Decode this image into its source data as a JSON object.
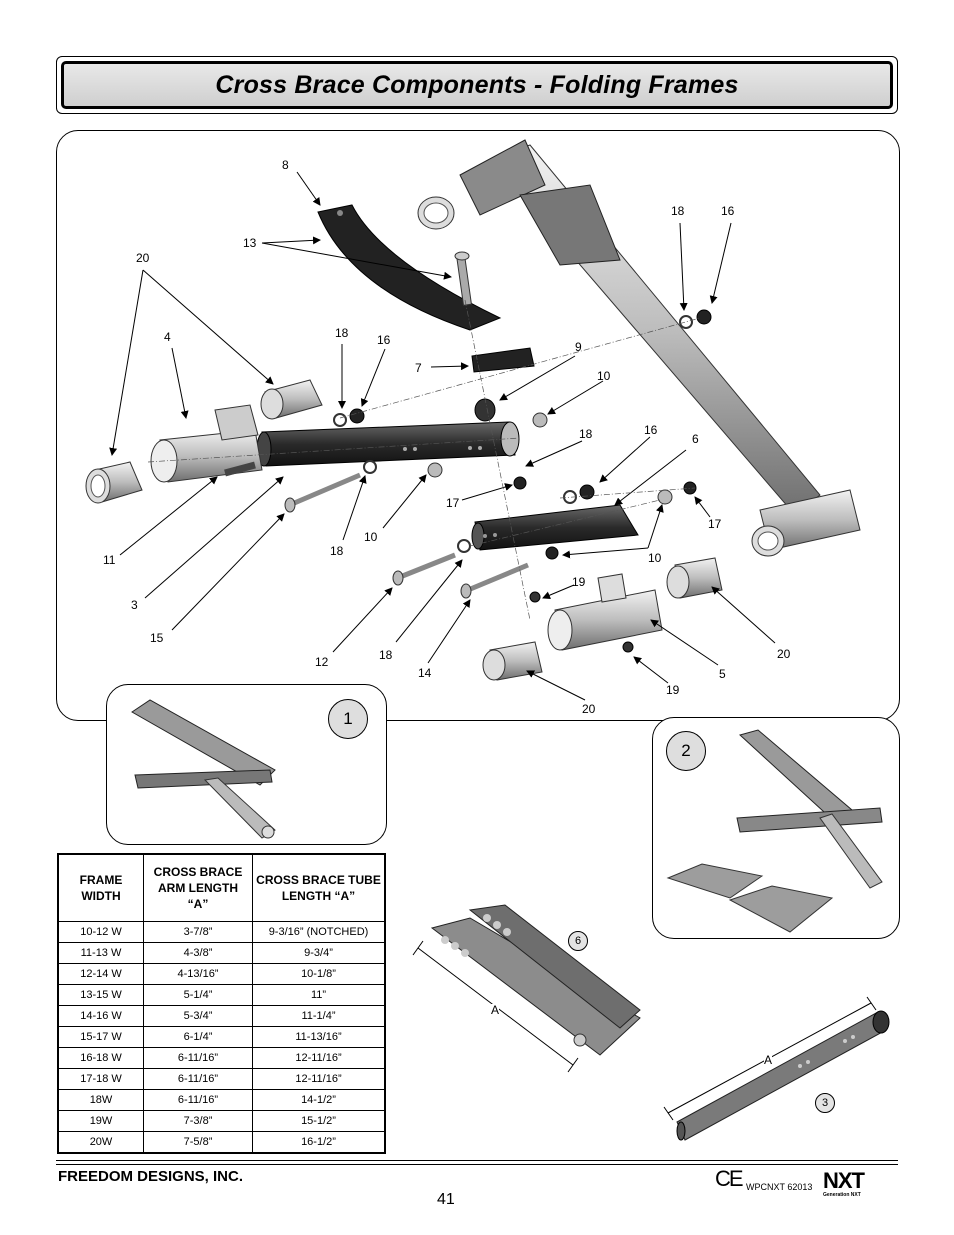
{
  "title": "Cross Brace Components - Folding Frames",
  "callouts": [
    {
      "id": "c8",
      "text": "8"
    },
    {
      "id": "c13",
      "text": "13"
    },
    {
      "id": "c20a",
      "text": "20"
    },
    {
      "id": "c4",
      "text": "4"
    },
    {
      "id": "c18a",
      "text": "18"
    },
    {
      "id": "c16a",
      "text": "16"
    },
    {
      "id": "c7",
      "text": "7"
    },
    {
      "id": "c9",
      "text": "9"
    },
    {
      "id": "c10a",
      "text": "10"
    },
    {
      "id": "c18b",
      "text": "18"
    },
    {
      "id": "c16b",
      "text": "16"
    },
    {
      "id": "c18c",
      "text": "18"
    },
    {
      "id": "c16c",
      "text": "16"
    },
    {
      "id": "c6",
      "text": "6"
    },
    {
      "id": "c17a",
      "text": "17"
    },
    {
      "id": "c17b",
      "text": "17"
    },
    {
      "id": "c11",
      "text": "11"
    },
    {
      "id": "c3",
      "text": "3"
    },
    {
      "id": "c15",
      "text": "15"
    },
    {
      "id": "c18d",
      "text": "18"
    },
    {
      "id": "c10b",
      "text": "10"
    },
    {
      "id": "c10c",
      "text": "10"
    },
    {
      "id": "c12",
      "text": "12"
    },
    {
      "id": "c18e",
      "text": "18"
    },
    {
      "id": "c14",
      "text": "14"
    },
    {
      "id": "c19a",
      "text": "19"
    },
    {
      "id": "c19b",
      "text": "19"
    },
    {
      "id": "c5",
      "text": "5"
    },
    {
      "id": "c20b",
      "text": "20"
    },
    {
      "id": "c20c",
      "text": "20"
    },
    {
      "id": "cA1",
      "text": "A"
    },
    {
      "id": "cA2",
      "text": "A"
    }
  ],
  "insets": {
    "inset1_number": "1",
    "inset2_number": "2",
    "part6_number": "6",
    "part3_number": "3"
  },
  "table": {
    "headers": [
      "FRAME WIDTH",
      "CROSS BRACE ARM LENGTH “A”",
      "CROSS BRACE TUBE LENGTH “A”"
    ],
    "rows": [
      [
        "10-12 W",
        "3-7/8”",
        "9-3/16” (NOTCHED)"
      ],
      [
        "11-13 W",
        "4-3/8”",
        "9-3/4”"
      ],
      [
        "12-14 W",
        "4-13/16”",
        "10-1/8”"
      ],
      [
        "13-15 W",
        "5-1/4”",
        "11”"
      ],
      [
        "14-16 W",
        "5-3/4”",
        "11-1/4”"
      ],
      [
        "15-17 W",
        "6-1/4”",
        "11-13/16”"
      ],
      [
        "16-18 W",
        "6-11/16”",
        "12-11/16”"
      ],
      [
        "17-18 W",
        "6-11/16”",
        "12-11/16”"
      ],
      [
        "18W",
        "6-11/16”",
        "14-1/2”"
      ],
      [
        "19W",
        "7-3/8”",
        "15-1/2”"
      ],
      [
        "20W",
        "7-5/8”",
        "16-1/2”"
      ]
    ]
  },
  "footer": {
    "company": "FREEDOM DESIGNS, INC.",
    "page_number": "41",
    "ce_mark": "CE",
    "doc_code": "WPCNXT 62013",
    "brand": "NXT",
    "brand_sub": "Generation NXT"
  }
}
